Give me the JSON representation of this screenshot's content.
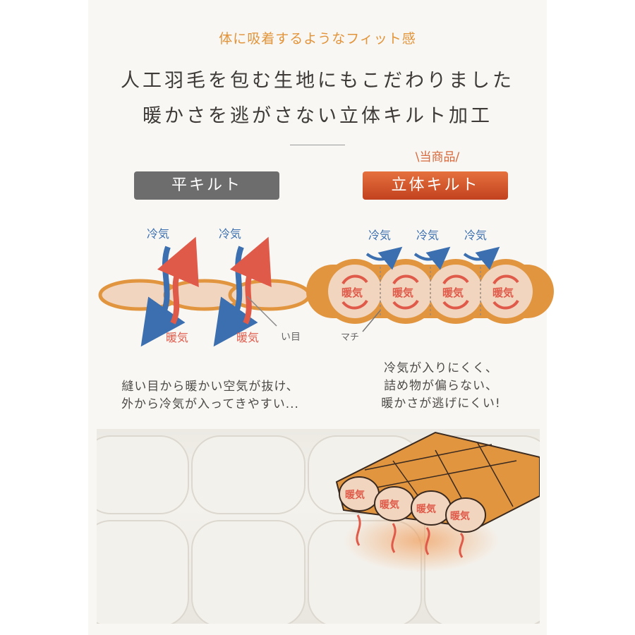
{
  "header": {
    "subtitle": "体に吸着するようなフィット感",
    "headline_line1": "人工羽毛を包む生地にもこだわりました",
    "headline_line2": "暖かさを逃がさない立体キルト加工"
  },
  "comparison": {
    "product_tag": "\\当商品/",
    "flat": {
      "label": "平キルト",
      "cold_label": "冷気",
      "warm_label": "暖気",
      "seam_label": "い目",
      "description_line1": "縫い目から暖かい空気が抜け、",
      "description_line2": "外から冷気が入ってきやすい..."
    },
    "box": {
      "label": "立体キルト",
      "cold_label": "冷気",
      "warm_label": "暖気",
      "gusset_label": "マチ",
      "description_line1": "冷気が入りにくく、",
      "description_line2": "詰め物が偏らない、",
      "description_line3": "暖かさが逃げにくい!"
    }
  },
  "photo": {
    "warm_label": "暖気"
  },
  "colors": {
    "accent_orange": "#e2943a",
    "cold_blue": "#3b6fb0",
    "warm_red": "#e05a4a",
    "fill_tan": "#f1d5bf",
    "outline_orange": "#e2953f"
  }
}
